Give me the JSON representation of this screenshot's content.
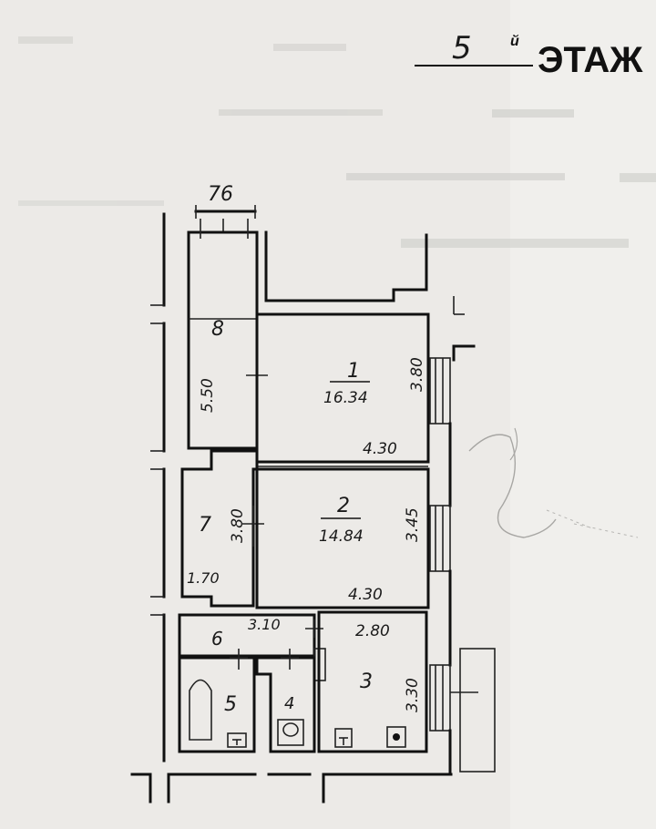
{
  "header": {
    "floor_number": "5",
    "suffix": "й",
    "floor_word": "ЭТАЖ"
  },
  "labels": {
    "top_width": "76"
  },
  "rooms": {
    "1": {
      "number": "1",
      "area": "16.34",
      "depth": "3.80",
      "width": "4.30"
    },
    "2": {
      "number": "2",
      "area": "14.84",
      "depth": "3.45",
      "width": "4.30"
    },
    "3": {
      "number": "3",
      "width": "2.80",
      "depth": "3.30"
    },
    "4": {
      "number": "4"
    },
    "5": {
      "number": "5"
    },
    "6": {
      "number": "6",
      "length": "3.10"
    },
    "7": {
      "number": "7",
      "depth": "3.80",
      "width": "1.70"
    },
    "8": {
      "number": "8",
      "length": "5.50"
    }
  }
}
